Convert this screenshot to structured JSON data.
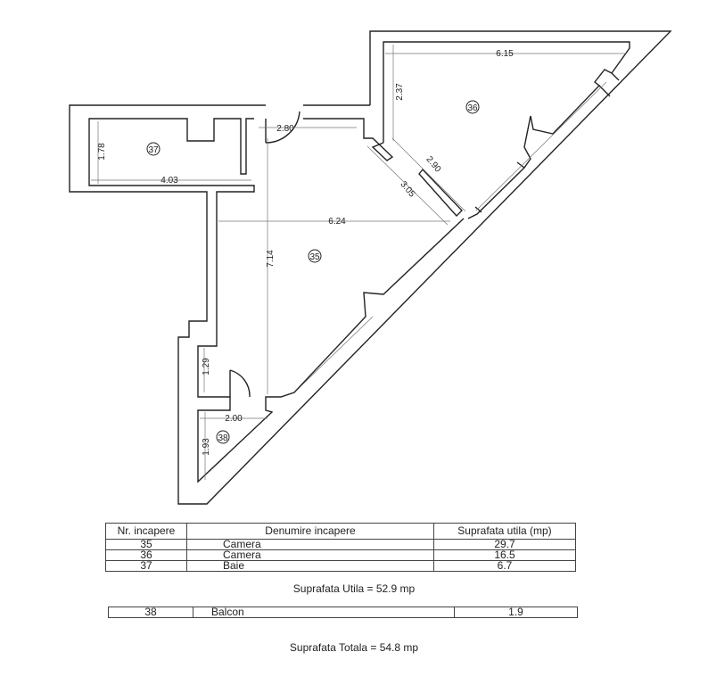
{
  "plan": {
    "rooms": [
      {
        "id": "35",
        "label": "35"
      },
      {
        "id": "36",
        "label": "36"
      },
      {
        "id": "37",
        "label": "37"
      },
      {
        "id": "38",
        "label": "38"
      }
    ],
    "dimensions": {
      "d615": "6.15",
      "d237": "2.37",
      "d280": "2.80",
      "d178": "1.78",
      "d403": "4.03",
      "d290": "2.90",
      "d305": "3.05",
      "d624": "6.24",
      "d714": "7.14",
      "d129": "1.29",
      "d200": "2.00",
      "d193": "1.93"
    }
  },
  "table": {
    "headers": [
      "Nr. incapere",
      "Denumire incapere",
      "Suprafata utila (mp)"
    ],
    "rows": [
      [
        "35",
        "Camera",
        "29.7"
      ],
      [
        "36",
        "Camera",
        "16.5"
      ],
      [
        "37",
        "Baie",
        "6.7"
      ]
    ],
    "utila": "Suprafata Utila = 52.9 mp",
    "balcon": [
      "38",
      "Balcon",
      "1.9"
    ],
    "totala": "Suprafata Totala = 54.8 mp"
  }
}
